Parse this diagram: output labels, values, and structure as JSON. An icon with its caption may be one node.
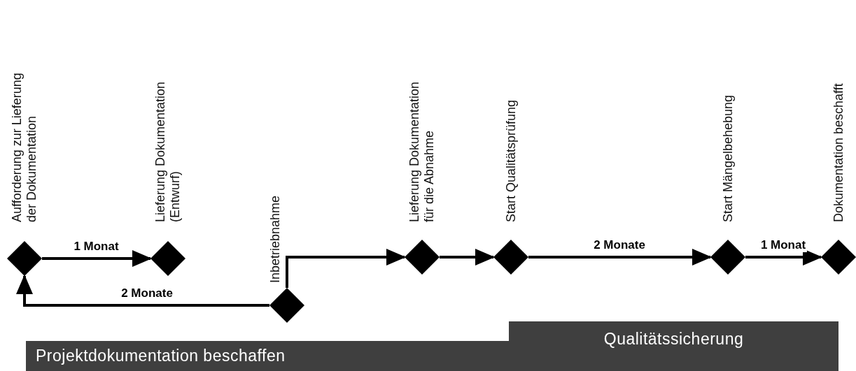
{
  "diagram": {
    "nodes": [
      {
        "text": [],
        "shape": "diamond",
        "beside": [
          "Aufforderung zur Lieferung der Dokumentation"
        ]
      },
      {
        "text": [],
        "shape": "diamond",
        "beside": [
          "Lieferung Dokumentation (Entwurf)"
        ]
      },
      {
        "text": [],
        "shape": "diamond",
        "beside": [
          "Inbetriebnahme"
        ]
      },
      {
        "text": [],
        "shape": "diamond",
        "beside": [
          "Lieferung Dokumentation für die Abnahme"
        ]
      },
      {
        "text": [],
        "shape": "diamond",
        "beside": [
          "Start Qualitätsprüfung"
        ]
      },
      {
        "text": [],
        "shape": "diamond",
        "beside": [
          "Start Mängelbehebung"
        ]
      },
      {
        "text": [],
        "shape": "diamond",
        "beside": [
          "Dokumentation beschafft"
        ]
      },
      {
        "text": [
          "Qualitätssicherung"
        ]
      },
      {
        "text": [
          "Projektdokumentation beschaffen"
        ]
      }
    ],
    "edges": [
      {
        "from": 0,
        "to": 1,
        "arrow": "to",
        "label": "1 Monat"
      },
      {
        "from": 2,
        "to": 0,
        "arrow": "to",
        "label": "2 Monate"
      },
      {
        "from": 2,
        "to": 3,
        "arrow": "to"
      },
      {
        "from": 3,
        "to": 4,
        "arrow": "to"
      },
      {
        "from": 4,
        "to": 5,
        "arrow": "to",
        "label": "2 Monate"
      },
      {
        "from": 5,
        "to": 6,
        "arrow": "to",
        "label": "1 Monat"
      }
    ]
  }
}
